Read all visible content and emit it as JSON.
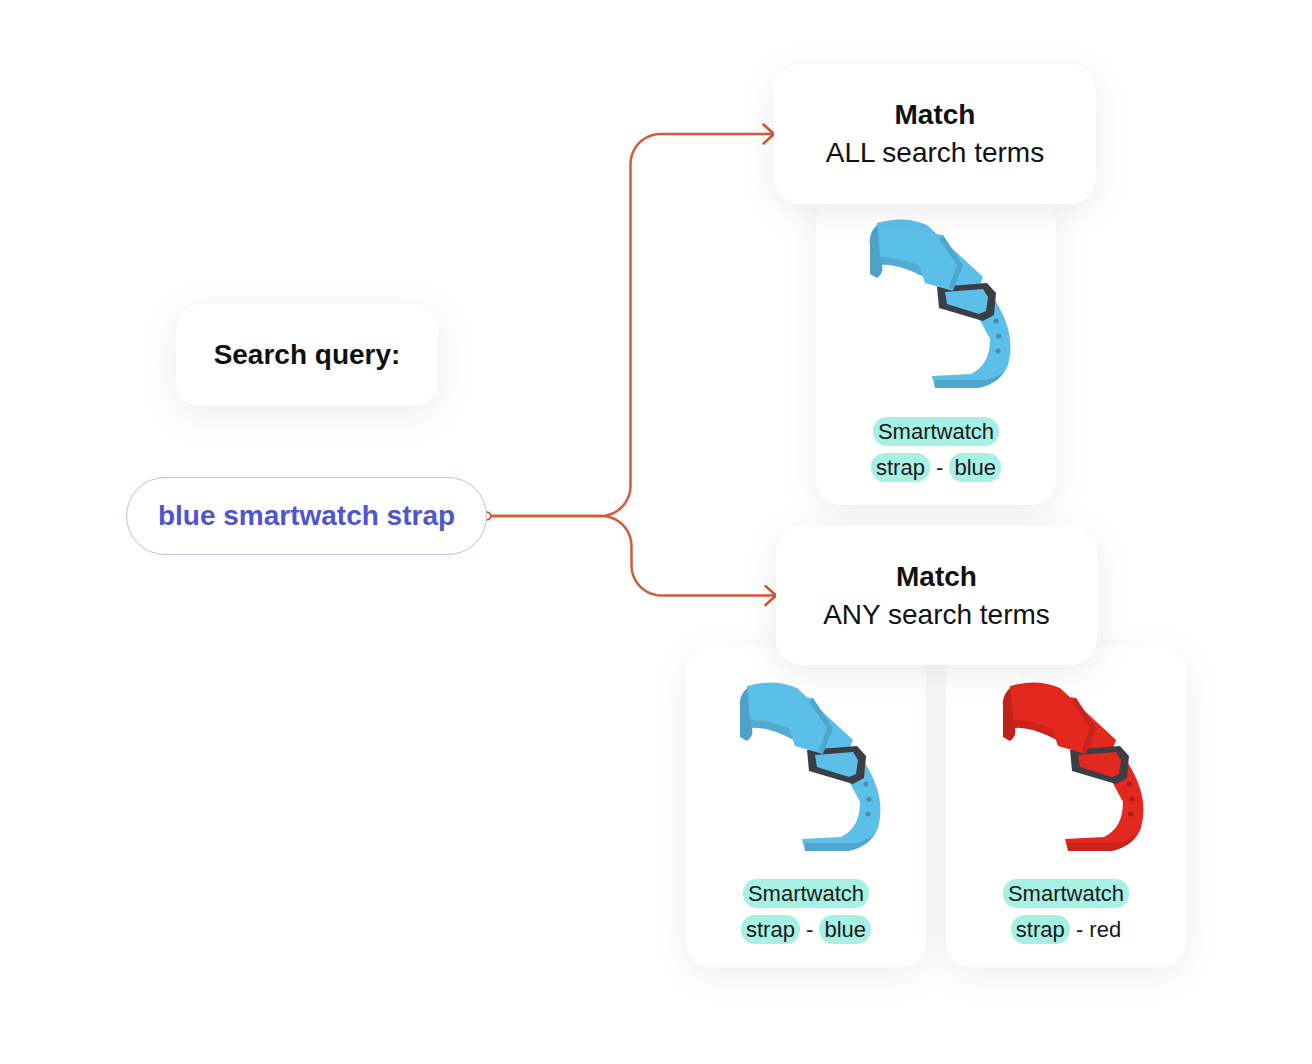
{
  "diagram": {
    "nodes": [
      {
        "text": [
          "Search query:"
        ]
      },
      {
        "text": [
          "blue smartwatch strap"
        ]
      },
      {
        "text": [
          "Match",
          "ALL search terms"
        ]
      },
      {
        "text": [
          "Smartwatch strap - blue"
        ]
      },
      {
        "text": [
          "Match",
          "ANY search terms"
        ]
      },
      {
        "text": [
          "Smartwatch strap - blue"
        ]
      },
      {
        "text": [
          "Smartwatch strap - red"
        ]
      }
    ],
    "edges": [
      {
        "from": 1,
        "to": 2,
        "arrow": "to"
      },
      {
        "from": 1,
        "to": 4,
        "arrow": "to"
      }
    ]
  }
}
